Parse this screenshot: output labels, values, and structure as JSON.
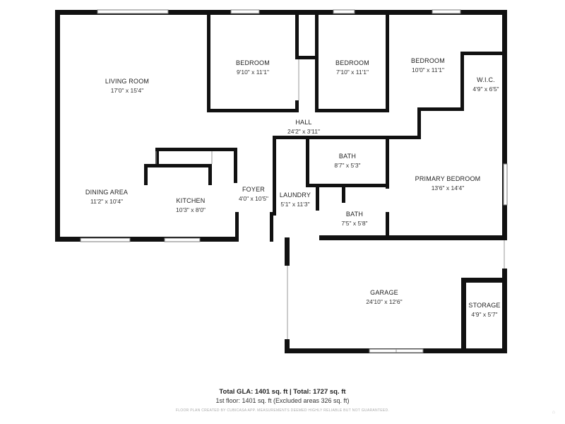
{
  "rooms": [
    {
      "id": "living-room",
      "name": "LIVING ROOM",
      "dims": "17'0\" x 15'4\""
    },
    {
      "id": "bedroom-1",
      "name": "BEDROOM",
      "dims": "9'10\" x 11'1\""
    },
    {
      "id": "bedroom-2",
      "name": "BEDROOM",
      "dims": "7'10\" x 11'1\""
    },
    {
      "id": "bedroom-3",
      "name": "BEDROOM",
      "dims": "10'0\" x 11'1\""
    },
    {
      "id": "wic",
      "name": "W.I.C.",
      "dims": "4'9\" x 6'5\""
    },
    {
      "id": "hall",
      "name": "HALL",
      "dims": "24'2\" x 3'11\""
    },
    {
      "id": "bath-1",
      "name": "BATH",
      "dims": "8'7\" x 5'3\""
    },
    {
      "id": "primary-bedroom",
      "name": "PRIMARY BEDROOM",
      "dims": "13'6\" x 14'4\""
    },
    {
      "id": "dining-area",
      "name": "DINING AREA",
      "dims": "11'2\" x 10'4\""
    },
    {
      "id": "kitchen",
      "name": "KITCHEN",
      "dims": "10'3\" x 8'0\""
    },
    {
      "id": "foyer",
      "name": "FOYER",
      "dims": "4'0\" x 10'5\""
    },
    {
      "id": "laundry",
      "name": "LAUNDRY",
      "dims": "5'1\" x 11'3\""
    },
    {
      "id": "bath-2",
      "name": "BATH",
      "dims": "7'5\" x 5'8\""
    },
    {
      "id": "garage",
      "name": "GARAGE",
      "dims": "24'10\" x 12'6\""
    },
    {
      "id": "storage",
      "name": "STORAGE",
      "dims": "4'9\" x 5'7\""
    }
  ],
  "footer": {
    "totals": "Total GLA: 1401 sq. ft | Total: 1727 sq. ft",
    "floor": "1st floor: 1401 sq. ft (Excluded areas 326 sq. ft)",
    "disclaimer": "FLOOR PLAN CREATED BY CUBICASA APP. MEASUREMENTS DEEMED HIGHLY RELIABLE BUT NOT GUARANTEED."
  }
}
